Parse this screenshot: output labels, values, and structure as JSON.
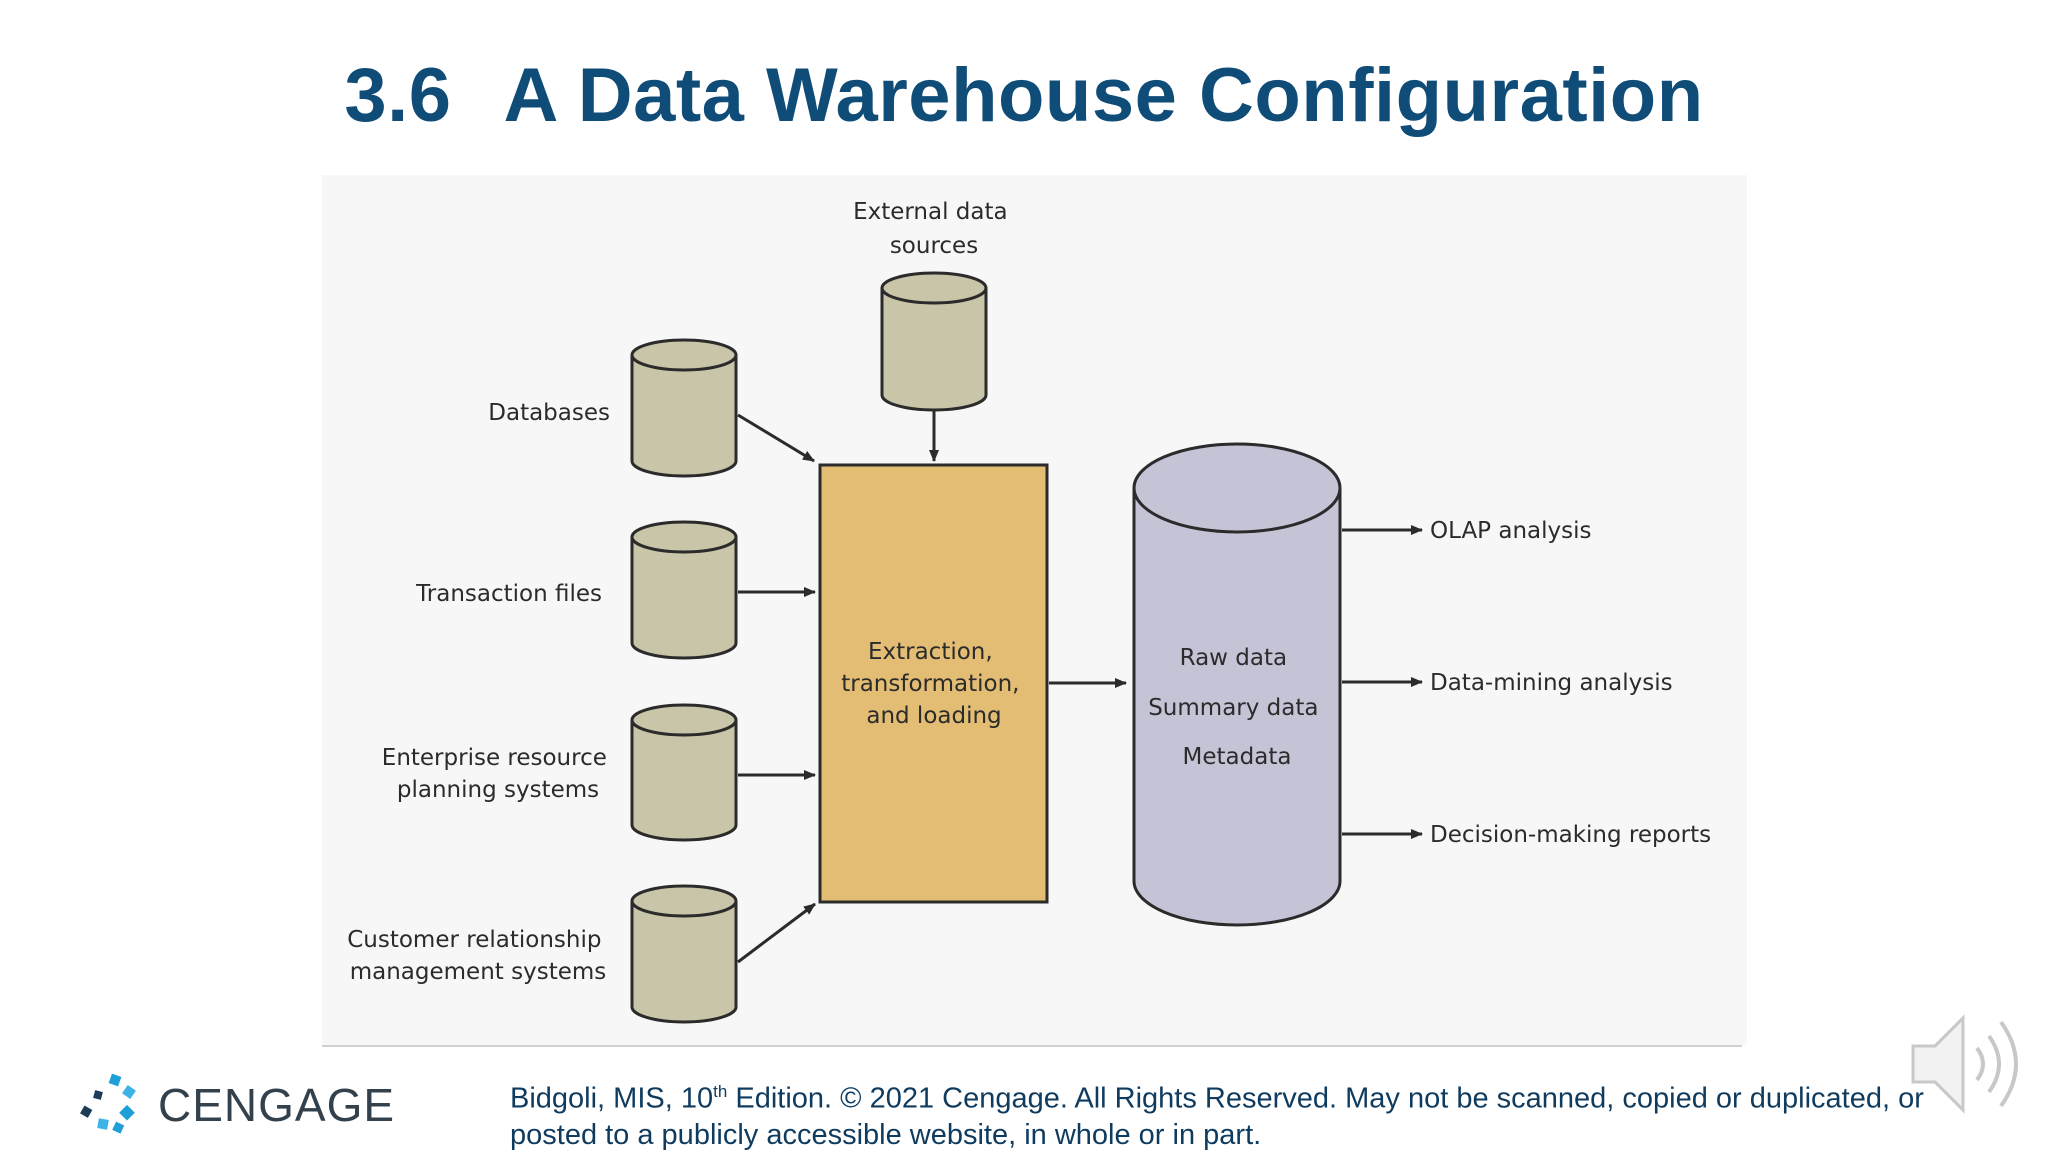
{
  "slide": {
    "number": "3.6",
    "title": "A Data Warehouse Configuration"
  },
  "diagram": {
    "external_label": [
      "External data",
      "sources"
    ],
    "sources": [
      {
        "label": [
          "Databases"
        ]
      },
      {
        "label": [
          "Transaction files"
        ]
      },
      {
        "label": [
          "Enterprise resource",
          "planning systems"
        ]
      },
      {
        "label": [
          "Customer relationship",
          "management systems"
        ]
      }
    ],
    "etl_label": [
      "Extraction,",
      "transformation,",
      "and loading"
    ],
    "warehouse_lines": [
      "Raw data",
      "Summary data",
      "Metadata"
    ],
    "outputs": [
      "OLAP analysis",
      "Data-mining analysis",
      "Decision-making reports"
    ],
    "colors": {
      "source_cylinder": "#c9c5a8",
      "etl_box": "#e2bd73",
      "warehouse_cylinder": "#c5c3d6",
      "stroke": "#2b2b2b"
    }
  },
  "footer": {
    "logo_text": "CENGAGE",
    "copyright_pre": "Bidgoli, MIS, 10",
    "copyright_sup": "th",
    "copyright_post": " Edition. © 2021 Cengage. All Rights Reserved. May not be scanned, copied or duplicated, or posted to a publicly accessible website, in whole or in part."
  },
  "icons": {
    "logo": "cengage-logo-icon",
    "audio": "speaker-icon"
  }
}
